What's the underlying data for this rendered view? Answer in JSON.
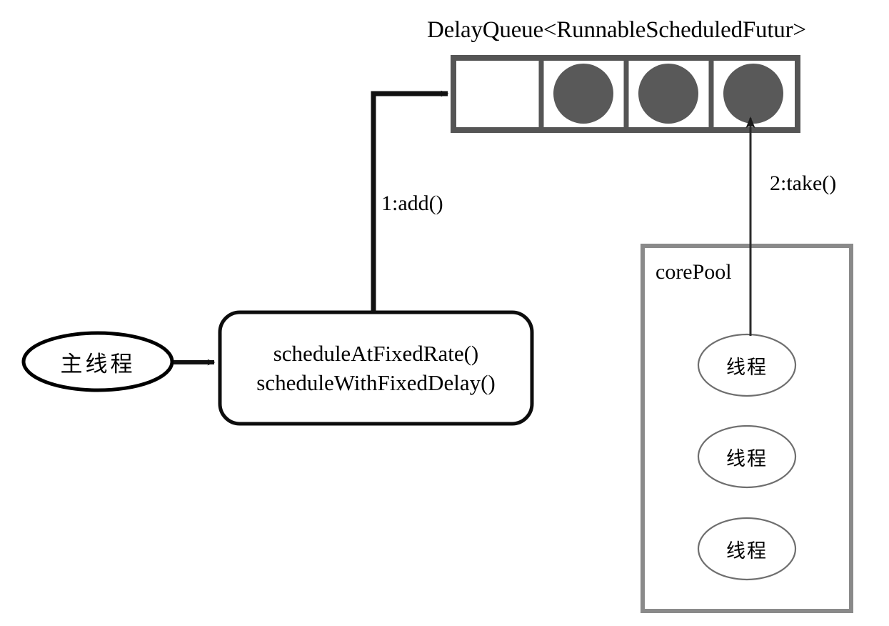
{
  "diagram": {
    "title_text": "DelayQueue<RunnableScheduledFutur>",
    "queue": {
      "name": "delay-queue",
      "cells": [
        {
          "filled": false
        },
        {
          "filled": true
        },
        {
          "filled": true
        },
        {
          "filled": true
        }
      ],
      "border_color": "#555555",
      "circle_color": "#595959"
    },
    "main_thread": {
      "label": "主线程",
      "shape": "ellipse",
      "border_color": "#000000"
    },
    "scheduler_box": {
      "lines": [
        "scheduleAtFixedRate()",
        "scheduleWithFixedDelay()"
      ],
      "shape": "rounded-rect",
      "border_color": "#000000"
    },
    "core_pool": {
      "label": "corePool",
      "border_color": "#8a8a8a",
      "threads": [
        {
          "label": "线程"
        },
        {
          "label": "线程"
        },
        {
          "label": "线程"
        }
      ]
    },
    "arrows": [
      {
        "name": "main-to-scheduler",
        "label": ""
      },
      {
        "name": "add-arrow",
        "label": "1:add()"
      },
      {
        "name": "take-arrow",
        "label": "2:take()"
      }
    ],
    "labels": {
      "add": "1:add()",
      "take": "2:take()"
    }
  }
}
